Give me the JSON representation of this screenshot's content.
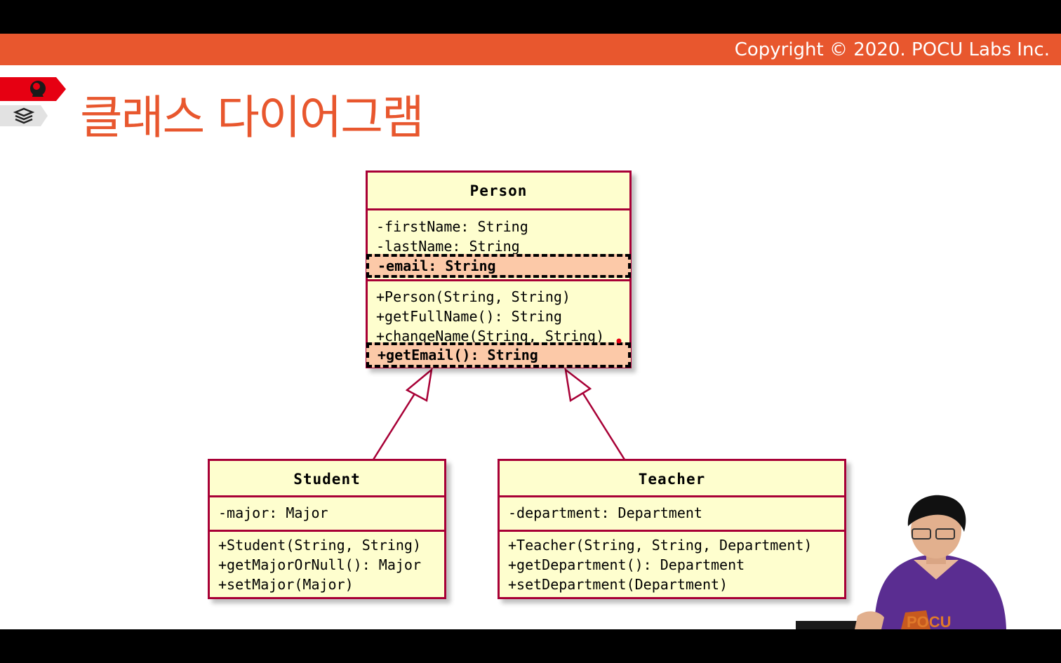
{
  "copyright": "Copyright © 2020. POCU Labs Inc.",
  "title": "클래스 다이어그램",
  "colors": {
    "accent": "#E8572E",
    "class_fill": "#FEFECE",
    "class_border": "#A80036",
    "highlight": "#FCC9A8"
  },
  "icons": [
    "brain-head-icon",
    "stacked-layers-icon"
  ],
  "person": {
    "name": "Person",
    "fields": [
      "-firstName: String",
      "-lastName: String"
    ],
    "highlight_field": "-email: String",
    "methods": [
      "+Person(String, String)",
      "+getFullName(): String",
      "+changeName(String, String)"
    ],
    "highlight_method": "+getEmail(): String"
  },
  "student": {
    "name": "Student",
    "fields": [
      "-major: Major"
    ],
    "methods": [
      "+Student(String, String)",
      "+getMajorOrNull(): Major",
      "+setMajor(Major)"
    ]
  },
  "teacher": {
    "name": "Teacher",
    "fields": [
      "-department: Department"
    ],
    "methods": [
      "+Teacher(String, String, Department)",
      "+getDepartment(): Department",
      "+setDepartment(Department)"
    ]
  },
  "relations": [
    {
      "from": "Student",
      "to": "Person",
      "type": "inheritance"
    },
    {
      "from": "Teacher",
      "to": "Person",
      "type": "inheritance"
    }
  ],
  "presenter_shirt_text": "POCU"
}
